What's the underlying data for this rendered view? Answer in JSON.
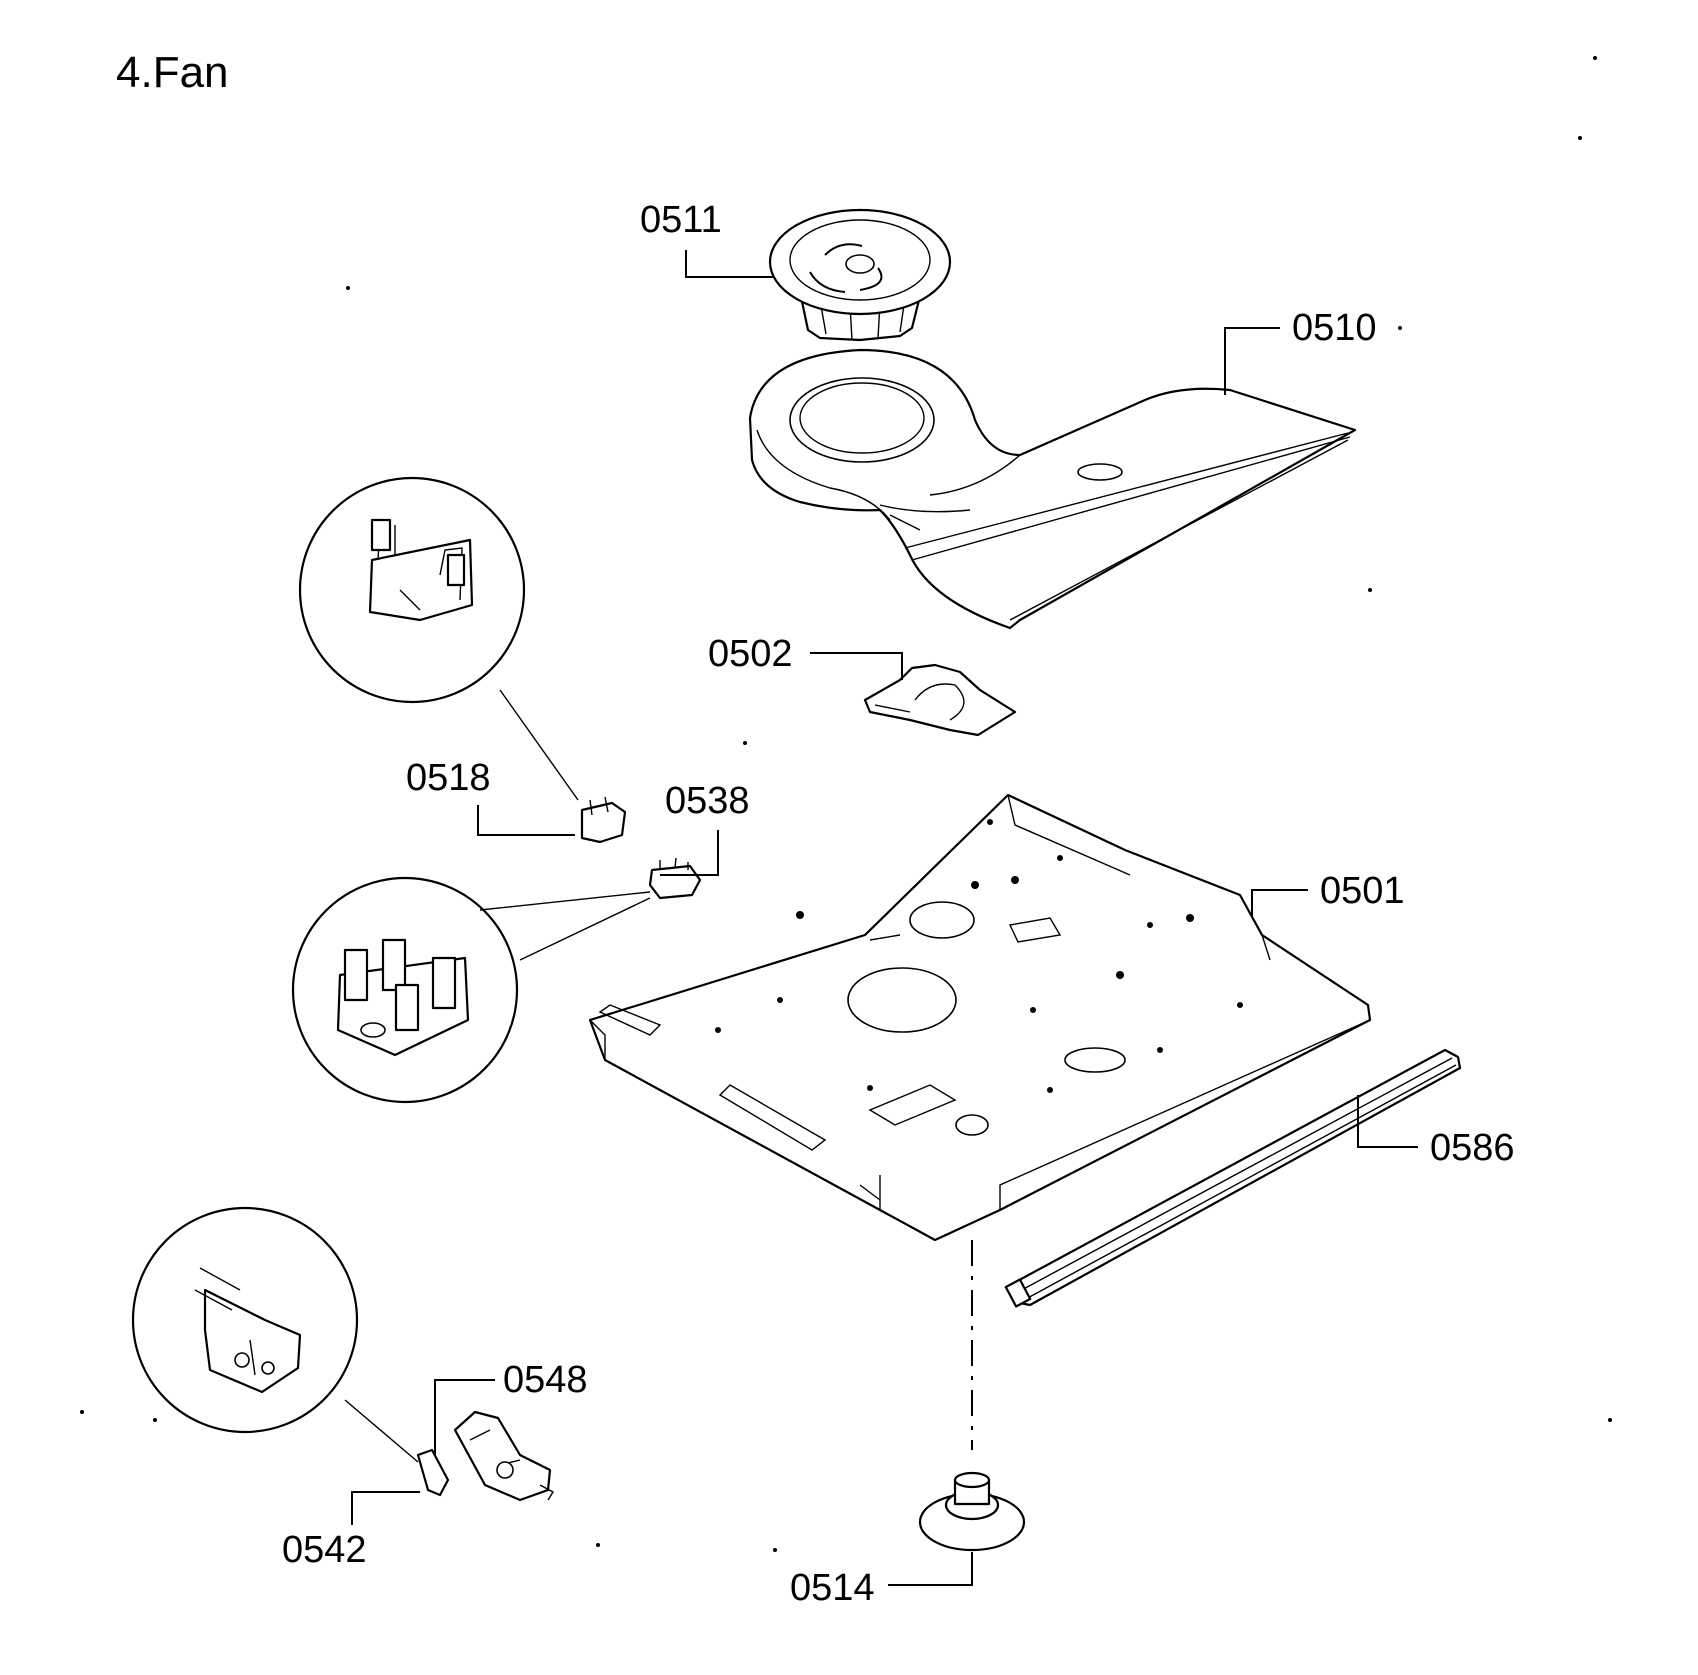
{
  "title": "4.Fan",
  "part_labels": {
    "fan": "0511",
    "fan_duct": "0510",
    "duct_bracket": "0502",
    "terminal_block": "0518",
    "terminal_bracket": "0538",
    "base_plate": "0501",
    "guide_rail": "0586",
    "micro_switch": "0548",
    "switch_actuator": "0542",
    "foot": "0514"
  }
}
